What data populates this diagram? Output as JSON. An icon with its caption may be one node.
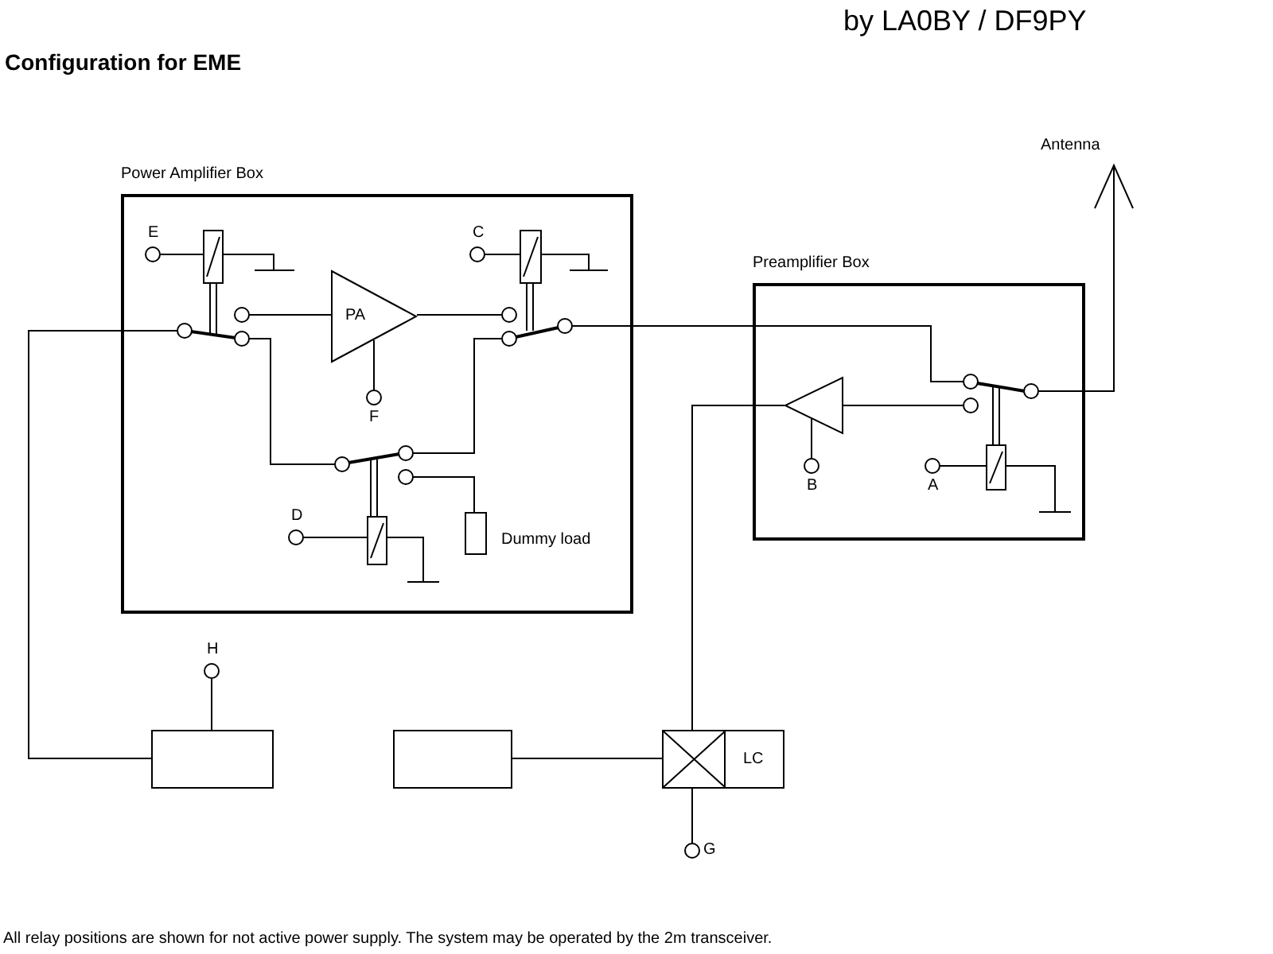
{
  "diagram": {
    "title": "Configuration for EME",
    "nodes": [
      {
        "text": [
          "Power Amplifier Box"
        ]
      },
      {
        "text": [
          "E"
        ],
        "in": 0
      },
      {
        "text": [],
        "shape": "relay",
        "in": 0
      },
      {
        "text": [
          "C"
        ],
        "in": 0
      },
      {
        "text": [],
        "shape": "relay",
        "in": 0
      },
      {
        "text": [
          "PA"
        ],
        "in": 0
      },
      {
        "text": [
          "F"
        ],
        "in": 0
      },
      {
        "text": [],
        "shape": "relay",
        "in": 0
      },
      {
        "text": [
          "D"
        ],
        "in": 0
      },
      {
        "text": [],
        "shape": "box",
        "in": 0,
        "beside": [
          "Dummy load"
        ]
      },
      {
        "text": [
          "Antenna"
        ]
      },
      {
        "text": [
          "Preamplifier Box"
        ]
      },
      {
        "text": [],
        "shape": "triangle",
        "in": 11
      },
      {
        "text": [],
        "shape": "relay",
        "in": 11
      },
      {
        "text": [
          "B"
        ],
        "in": 11
      },
      {
        "text": [
          "A"
        ],
        "in": 11
      },
      {
        "text": [
          "H"
        ]
      },
      {
        "text": [],
        "shape": "box"
      },
      {
        "text": [],
        "shape": "box"
      },
      {
        "text": [
          "LC"
        ]
      },
      {
        "text": [
          "G"
        ]
      }
    ],
    "edges": [
      {
        "from": 1,
        "to": 2,
        "arrow": "none"
      },
      {
        "from": 2,
        "to": 5,
        "arrow": "none"
      },
      {
        "from": 5,
        "to": 4,
        "arrow": "none"
      },
      {
        "from": 3,
        "to": 4,
        "arrow": "none"
      },
      {
        "from": 6,
        "to": 5,
        "arrow": "none"
      },
      {
        "from": 2,
        "to": 7,
        "arrow": "none"
      },
      {
        "from": 7,
        "to": 4,
        "arrow": "none"
      },
      {
        "from": 8,
        "to": 7,
        "arrow": "none"
      },
      {
        "from": 7,
        "to": 9,
        "arrow": "none"
      },
      {
        "from": 17,
        "to": 2,
        "arrow": "none"
      },
      {
        "from": 4,
        "to": 13,
        "arrow": "none"
      },
      {
        "from": 12,
        "to": 13,
        "arrow": "none"
      },
      {
        "from": 15,
        "to": 13,
        "arrow": "none"
      },
      {
        "from": 13,
        "to": 10,
        "arrow": "none"
      },
      {
        "from": 14,
        "to": 12,
        "arrow": "none"
      },
      {
        "from": 16,
        "to": 17,
        "arrow": "none"
      },
      {
        "from": 18,
        "to": 19,
        "arrow": "none"
      },
      {
        "from": 19,
        "to": 12,
        "arrow": "none"
      },
      {
        "from": 20,
        "to": 19,
        "arrow": "none"
      }
    ],
    "labels": [
      "by LA0BY / DF9PY",
      "All relay positions are shown for not active power supply. The system may be operated by the 2m transceiver."
    ]
  }
}
